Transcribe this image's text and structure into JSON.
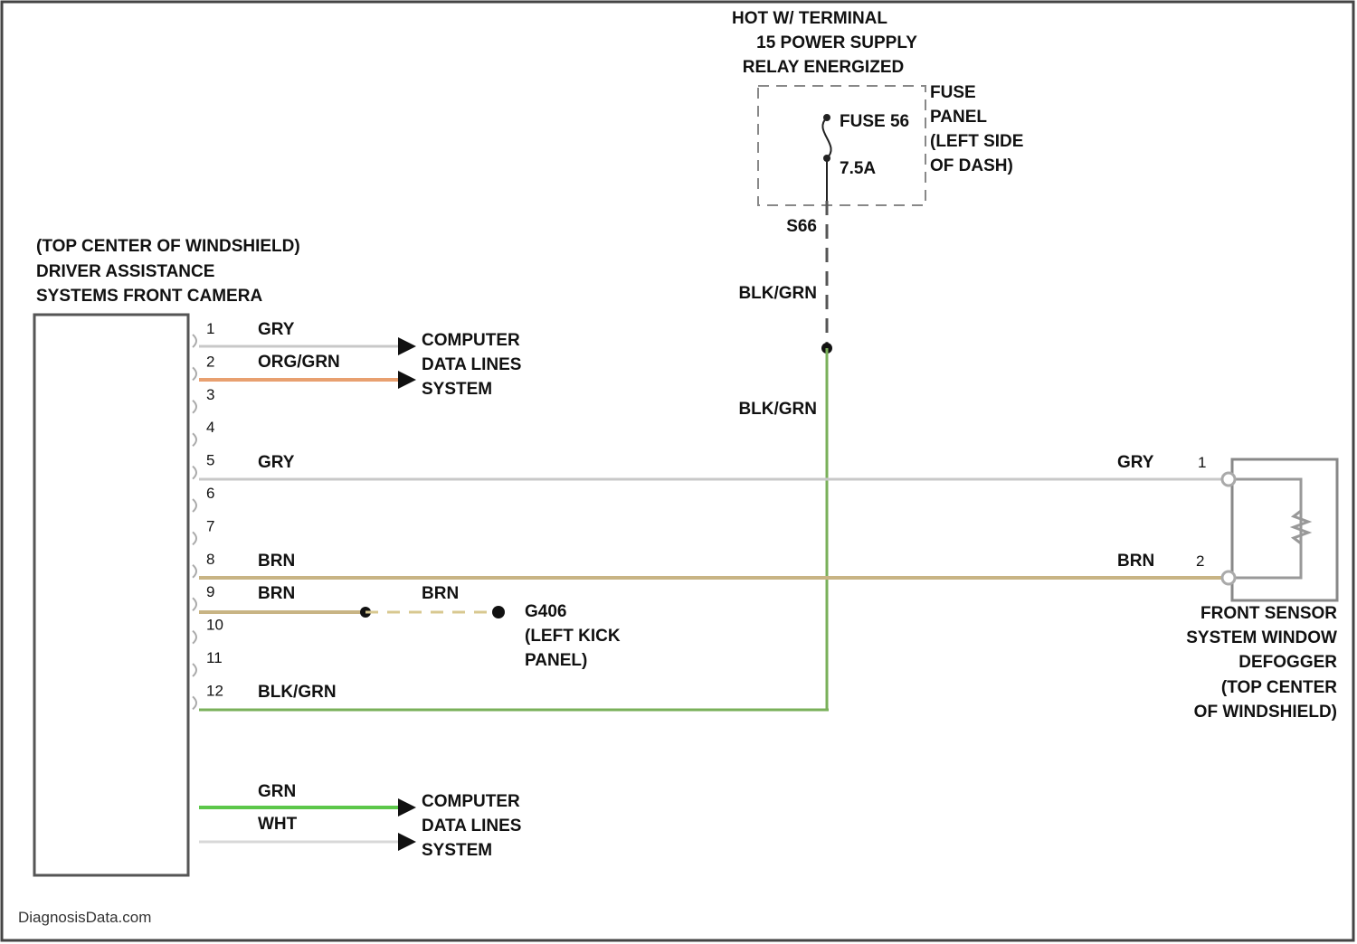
{
  "colors": {
    "frame": "#444444",
    "gry": "#c8c8c8",
    "org_grn": "#e8a070",
    "blk_grn": "#7ab05a",
    "brn": "#c8b484",
    "grn": "#5cc74a",
    "wht": "#d8d8d8"
  },
  "power": {
    "hot_line1": "HOT W/ TERMINAL",
    "hot_line2": "15 POWER SUPPLY",
    "hot_line3": "RELAY ENERGIZED",
    "fuse_name": "FUSE 56",
    "fuse_rating": "7.5A",
    "panel_line1": "FUSE",
    "panel_line2": "PANEL",
    "panel_line3": "(LEFT SIDE",
    "panel_line4": "OF DASH)",
    "splice": "S66",
    "wire_upper": "BLK/GRN",
    "wire_lower": "BLK/GRN"
  },
  "camera": {
    "line1": "(TOP CENTER OF WINDSHIELD)",
    "line2": "DRIVER ASSISTANCE",
    "line3": "SYSTEMS FRONT CAMERA",
    "pins": [
      "1",
      "2",
      "3",
      "4",
      "5",
      "6",
      "7",
      "8",
      "9",
      "10",
      "11",
      "12"
    ]
  },
  "wires": {
    "p1": "GRY",
    "p2": "ORG/GRN",
    "p5": "GRY",
    "p6": "BRN",
    "p7": "BRN",
    "p7_dash": "BRN",
    "p8": "BLK/GRN",
    "p11": "GRN",
    "p12": "WHT"
  },
  "data_lines": {
    "line1": "COMPUTER",
    "line2": "DATA LINES",
    "line3": "SYSTEM"
  },
  "ground": {
    "name": "G406",
    "line2": "(LEFT KICK",
    "line3": "PANEL)"
  },
  "sensor": {
    "wire1": "GRY",
    "pin1": "1",
    "wire2": "BRN",
    "pin2": "2",
    "line1": "FRONT SENSOR",
    "line2": "SYSTEM WINDOW",
    "line3": "DEFOGGER",
    "line4": "(TOP CENTER",
    "line5": "OF WINDSHIELD)"
  },
  "watermark": "DiagnosisData.com"
}
